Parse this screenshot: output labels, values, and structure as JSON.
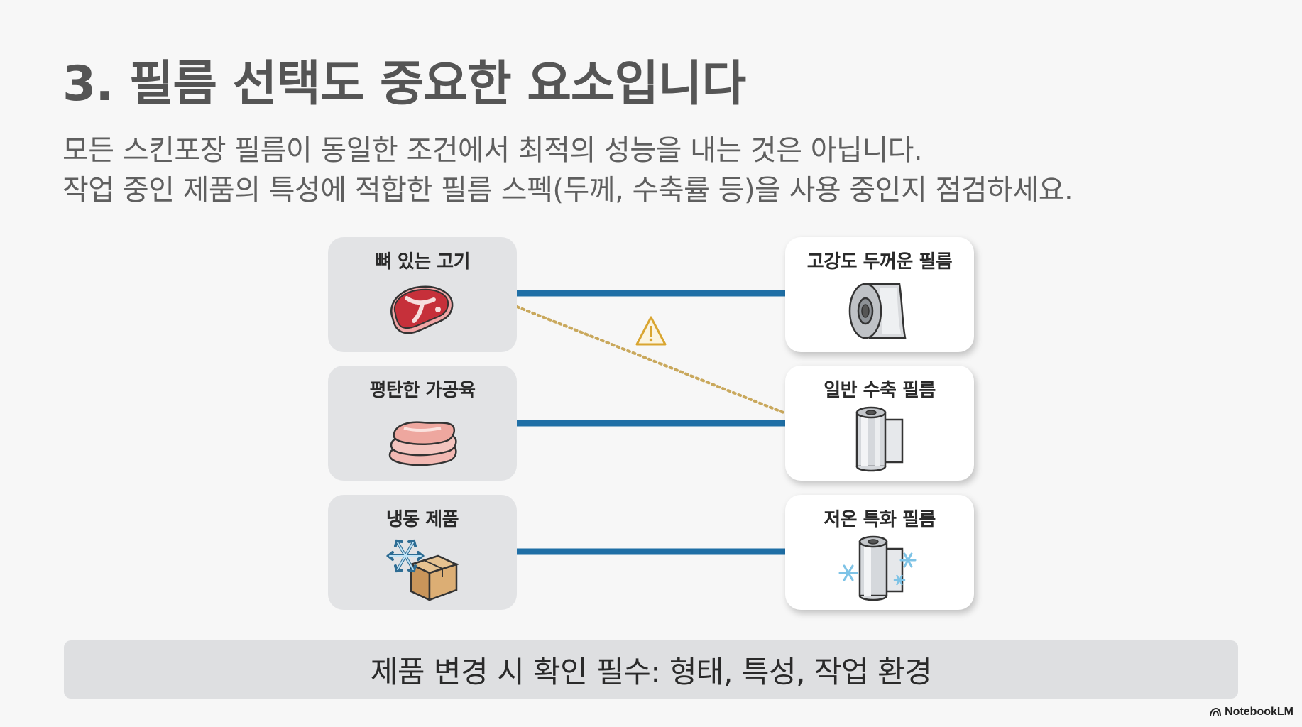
{
  "title": "3. 필름 선택도 중요한 요소입니다",
  "subtitle": {
    "line1": "모든 스킨포장 필름이 동일한 조건에서 최적의 성능을 내는 것은 아닙니다.",
    "line2": "작업 중인 제품의 특성에 적합한 필름 스펙(두께, 수축률 등)을 사용 중인지 점검하세요."
  },
  "products": [
    {
      "label": "뼈 있는 고기",
      "icon": "steak-icon"
    },
    {
      "label": "평탄한 가공육",
      "icon": "sliced-meat-icon"
    },
    {
      "label": "냉동 제품",
      "icon": "frozen-box-icon"
    }
  ],
  "films": [
    {
      "label": "고강도 두꺼운 필름",
      "icon": "thick-film-roll-icon"
    },
    {
      "label": "일반 수축 필름",
      "icon": "film-roll-icon"
    },
    {
      "label": "저온 특화 필름",
      "icon": "cold-film-roll-icon"
    }
  ],
  "connections": [
    {
      "from": 0,
      "to": 0,
      "style": "solid"
    },
    {
      "from": 1,
      "to": 1,
      "style": "solid"
    },
    {
      "from": 2,
      "to": 2,
      "style": "solid"
    },
    {
      "from": 0,
      "to": 1,
      "style": "dotted",
      "marker": "warning-icon"
    }
  ],
  "colors": {
    "solid_line": "#1f6fa6",
    "dotted_line": "#c9a85c",
    "warning": "#d9a530"
  },
  "banner": "제품 변경 시 확인 필수: 형태, 특성, 작업 환경",
  "brand": "NotebookLM"
}
